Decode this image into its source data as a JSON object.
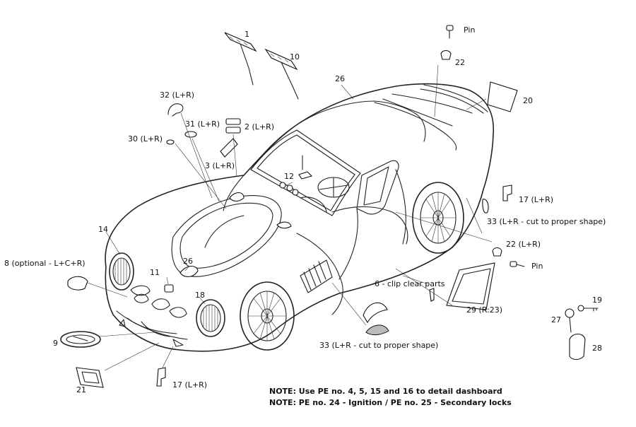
{
  "labels": {
    "l1": "1",
    "l10": "10",
    "l26_top": "26",
    "l_pin_top": "Pin",
    "l22_top": "22",
    "l20": "20",
    "l32": "32 (L+R)",
    "l31": "31 (L+R)",
    "l2": "2 (L+R)",
    "l30": "30 (L+R)",
    "l3": "3 (L+R)",
    "l12": "12",
    "l17_right": "17 (L+R)",
    "l33_right": "33 (L+R - cut to proper shape)",
    "l14": "14",
    "l8": "8 (optional - L+C+R)",
    "l26_hood": "26",
    "l11": "11",
    "l18": "18",
    "l22_right": "22 (L+R)",
    "l_pin_right": "Pin",
    "l6": "6 - clip clear parts",
    "l29": "29 (R:23)",
    "l19": "19",
    "l27": "27",
    "l28": "28",
    "l9": "9",
    "l33_bottom": "33 (L+R - cut to proper shape)",
    "l21": "21",
    "l17_bottom": "17 (L+R)"
  },
  "notes": {
    "note1": "NOTE: Use PE no. 4, 5, 15 and 16 to detail dashboard",
    "note2": "NOTE: PE no. 24 - Ignition / PE no. 25 - Secondary locks"
  }
}
